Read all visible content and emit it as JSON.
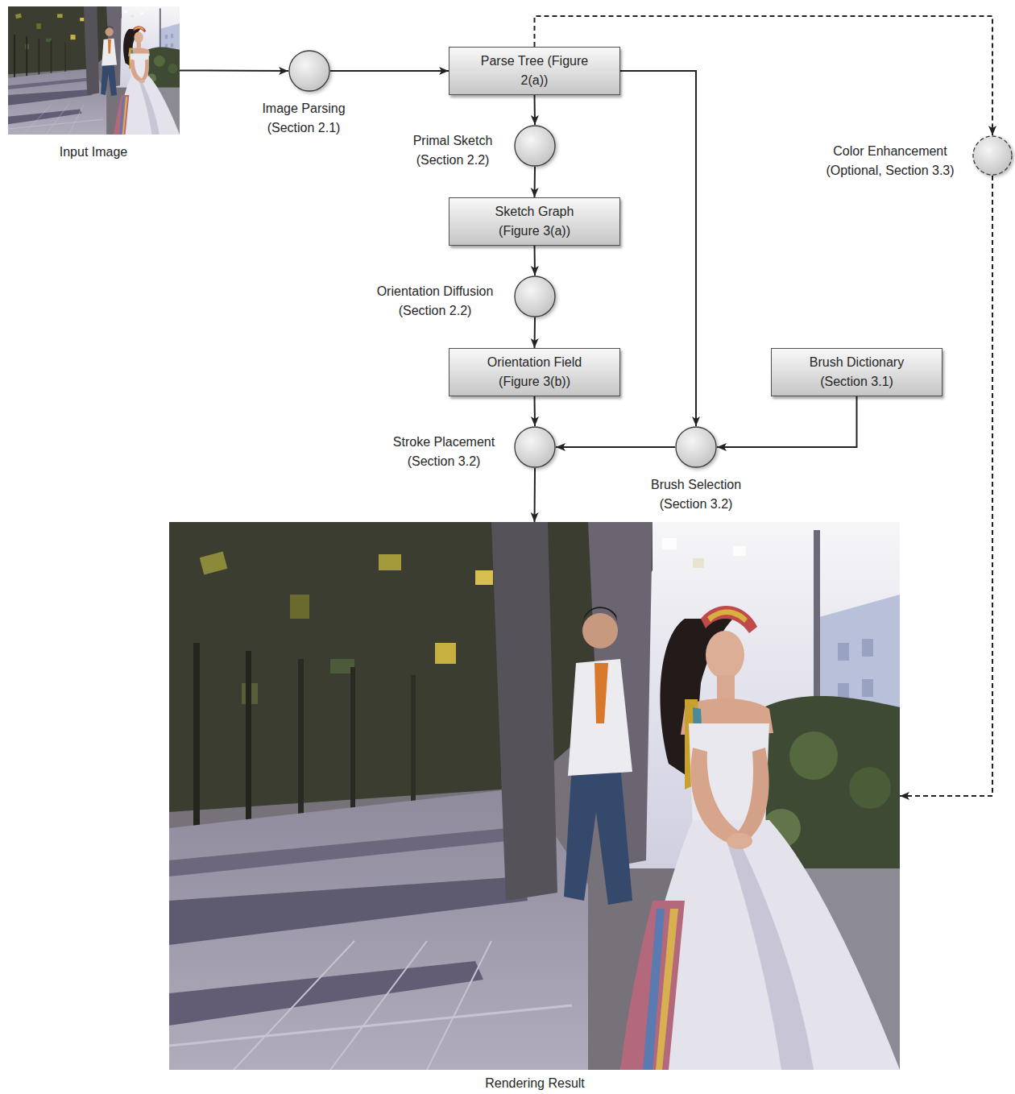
{
  "diagram": {
    "nodes": [
      {
        "text": [
          "Input Image"
        ]
      },
      {
        "text": [
          "Image Parsing (Section 2.1)"
        ]
      },
      {
        "text": [
          "Parse Tree (Figure 2(a))"
        ]
      },
      {
        "text": [
          "Primal Sketch (Section 2.2)"
        ]
      },
      {
        "text": [
          "Color Enhancement (Optional, Section 3.3)"
        ]
      },
      {
        "text": [
          "Sketch Graph (Figure 3(a))"
        ]
      },
      {
        "text": [
          "Orientation Diffusion (Section 2.2)"
        ]
      },
      {
        "text": [
          "Orientation Field (Figure 3(b))"
        ]
      },
      {
        "text": [
          "Brush Dictionary (Section 3.1)"
        ]
      },
      {
        "text": [
          "Stroke Placement (Section 3.2)"
        ]
      },
      {
        "text": [
          "Brush Selection (Section 3.2)"
        ]
      },
      {
        "text": [
          "Rendering Result"
        ]
      }
    ],
    "edges": [
      {
        "from": 0,
        "to": 1,
        "arrow": "to"
      },
      {
        "from": 1,
        "to": 2,
        "arrow": "to"
      },
      {
        "from": 2,
        "to": 3,
        "arrow": "to"
      },
      {
        "from": 3,
        "to": 5,
        "arrow": "to"
      },
      {
        "from": 5,
        "to": 6,
        "arrow": "to"
      },
      {
        "from": 6,
        "to": 7,
        "arrow": "to"
      },
      {
        "from": 7,
        "to": 9,
        "arrow": "to"
      },
      {
        "from": 2,
        "to": 10,
        "arrow": "to"
      },
      {
        "from": 8,
        "to": 10,
        "arrow": "to"
      },
      {
        "from": 10,
        "to": 9,
        "arrow": "to"
      },
      {
        "from": 9,
        "to": 11,
        "arrow": "to"
      },
      {
        "from": 2,
        "to": 4,
        "arrow": "to"
      },
      {
        "from": 4,
        "to": 11,
        "arrow": "to"
      }
    ]
  }
}
